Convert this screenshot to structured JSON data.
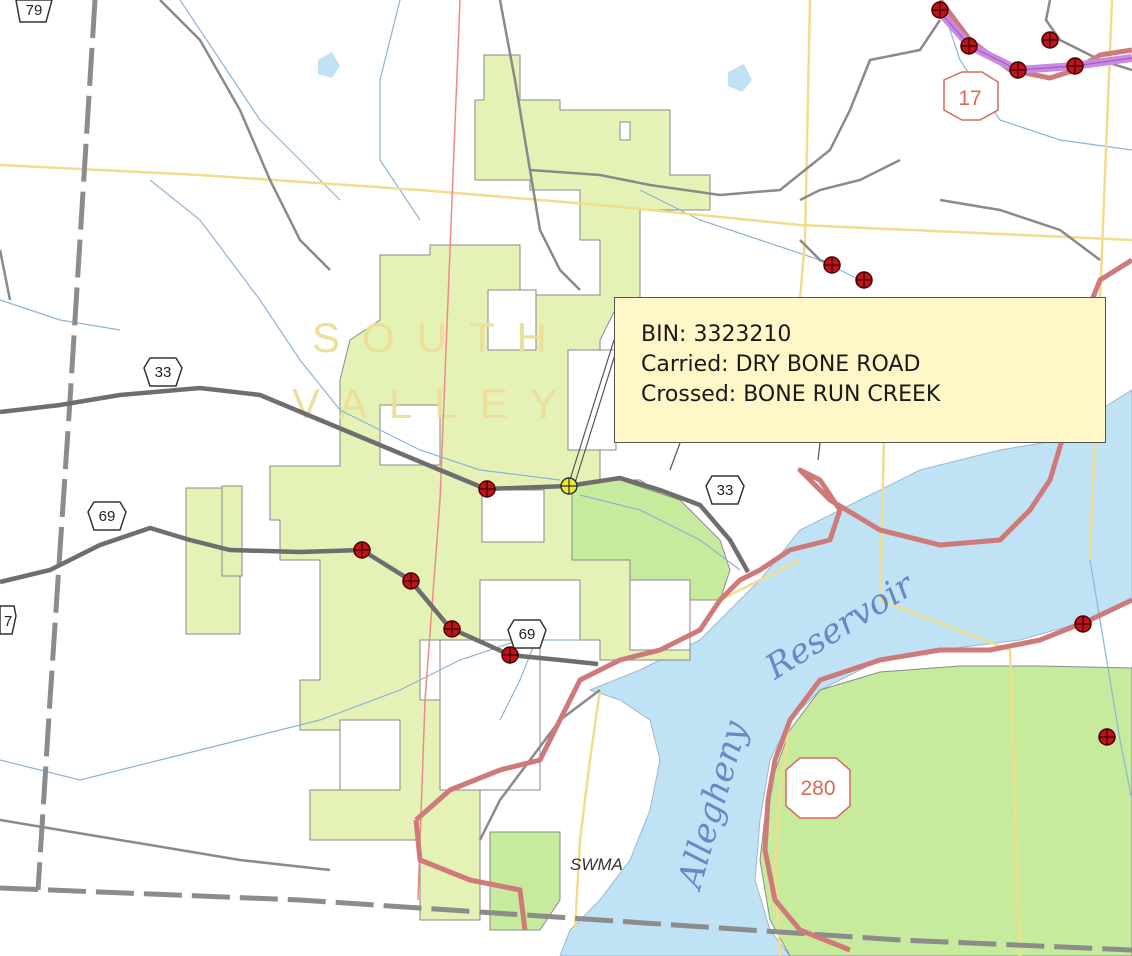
{
  "callout": {
    "bin": "BIN: 3323210",
    "carried": "Carried: DRY BONE ROAD",
    "crossed": "Crossed: BONE RUN CREEK"
  },
  "labels": {
    "region_line1": "SOUTH",
    "region_line2": "VALLEY",
    "reservoir_word1": "Allegheny",
    "reservoir_word2": "Reservoir",
    "swma": "SWMA"
  },
  "shields": {
    "route_33_a": "33",
    "route_33_b": "33",
    "route_69": "69",
    "route_69_b": "69",
    "route_17": "17",
    "route_280": "280",
    "route_edge_top": "79",
    "route_edge_left": "7"
  },
  "colors": {
    "water": "#bfe2f5",
    "parcel_light": "#e4f2b6",
    "parcel_dark": "#c7eb9c",
    "road_gray": "#6e6e6e",
    "highway_red": "#cf7a7a",
    "interstate_purple": "#c98ae0",
    "boundary_yellow": "#f2dd8c",
    "bridge_marker": "#c0121b",
    "selected_marker": "#e9e93a"
  }
}
